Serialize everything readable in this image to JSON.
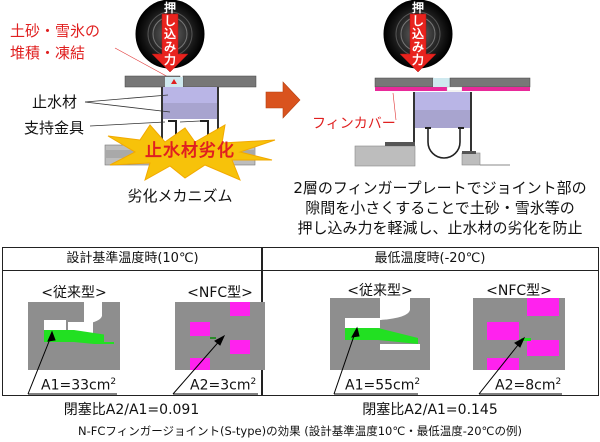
{
  "left_diagram": {
    "deposit_label_line1": "土砂・雪氷の",
    "deposit_label_line2": "堆積・凍結",
    "tire_force_label": [
      "押",
      "し",
      "込",
      "み",
      "力"
    ],
    "sealant_label": "止水材",
    "support_label": "支持金具",
    "degradation_burst": "止水材劣化",
    "caption": "劣化メカニズム"
  },
  "arrow_icon": "right-arrow",
  "right_diagram": {
    "tire_force_label": [
      "押",
      "し",
      "込",
      "み",
      "力"
    ],
    "fin_cover_label": "フィンカバー",
    "caption_line1": "2層のフィンガープレートでジョイント部の",
    "caption_line2": "隙間を小さくすることで土砂・雪氷等の",
    "caption_line3": "押し込み力を軽減し、止水材の劣化を防止"
  },
  "panels": [
    {
      "title": "設計基準温度時(10℃)",
      "conventional_label": "<従来型>",
      "nfc_label": "<NFC型>",
      "a1_label": "A1=33cm",
      "a2_label": "A2=3cm",
      "unit_exponent": "2",
      "ratio_label": "閉塞比A2/A1=0.091"
    },
    {
      "title": "最低温度時(-20℃)",
      "conventional_label": "<従来型>",
      "nfc_label": "<NFC型>",
      "a1_label": "A1=55cm",
      "a2_label": "A2=8cm",
      "unit_exponent": "2",
      "ratio_label": "閉塞比A2/A1=0.145"
    }
  ],
  "footer_caption": "N-FCフィンガージョイント(S-type)の効果 (設計基準温度10℃・最低温度-20℃の例)",
  "colors": {
    "warning_red": "#e02020",
    "arrow_orange": "#d9531e",
    "burst_yellow": "#f7c20a",
    "sealant_lavender": "#b9b5e6",
    "gap_green": "#22e022",
    "fin_magenta": "#ff22ee",
    "steel_gray": "#8c8c8c"
  }
}
